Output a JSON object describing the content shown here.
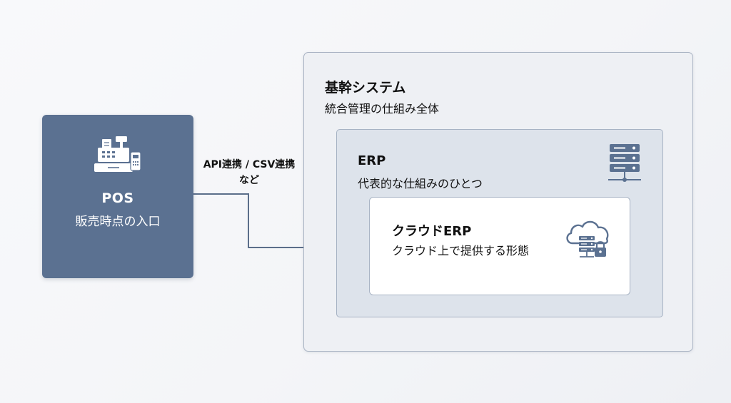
{
  "pos": {
    "title": "POS",
    "subtitle": "販売時点の入口",
    "icon": "cash-register-icon"
  },
  "connection": {
    "label_line1": "API連携 / CSV連携",
    "label_line2": "など"
  },
  "system": {
    "title": "基幹システム",
    "subtitle": "統合管理の仕組み全体"
  },
  "erp": {
    "title": "ERP",
    "subtitle": "代表的な仕組みのひとつ",
    "icon": "server-rack-icon"
  },
  "cloud_erp": {
    "title": "クラウドERP",
    "subtitle": "クラウド上で提供する形態",
    "icon": "cloud-server-lock-icon"
  },
  "colors": {
    "pos_fill": "#5b7191",
    "outer_fill": "#eef0f4",
    "erp_fill": "#dde3eb",
    "cloud_fill": "#ffffff",
    "border": "#aab4c4",
    "icon": "#5b7191",
    "arrow": "#5b6e8a"
  }
}
